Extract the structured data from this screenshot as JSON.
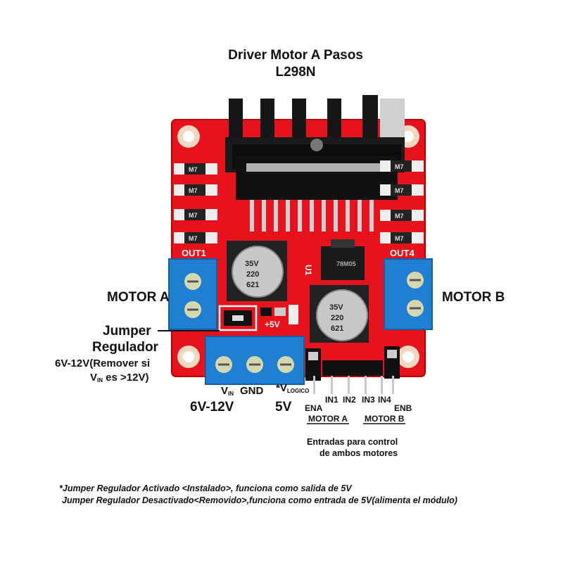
{
  "title": {
    "line1": "Driver Motor A Pasos",
    "line2": "L298N"
  },
  "board": {
    "out1": "OUT1",
    "out4": "OUT4",
    "u1": "U1",
    "chip_marking": "78M05",
    "cap_text1": "35V",
    "cap_text2": "220",
    "cap_text3": "621",
    "diode_marking": "M7",
    "plus5v": "+5V"
  },
  "labels": {
    "motor_a": "MOTOR A",
    "motor_b": "MOTOR B",
    "jumper_line1": "Jumper",
    "jumper_line2": "Regulador",
    "jumper_range_line1": "6V-12V(Remover si",
    "jumper_range_v": "V",
    "jumper_range_sub": "IN",
    "jumper_range_line2": " es >12V)",
    "vin_v": "V",
    "vin_sub": "IN",
    "gnd": "GND",
    "vlogico_prefix": "*V",
    "vlogico_sub": "LOGICO",
    "v_range": "6V-12V",
    "v5": "5V",
    "ena": "ENA",
    "in1": "IN1",
    "in2": "IN2",
    "in3": "IN3",
    "in4": "IN4",
    "enb": "ENB",
    "motor_a_group": "MOTOR A",
    "motor_b_group": "MOTOR B",
    "inputs_line1": "Entradas para control",
    "inputs_line2": "de ambos motores"
  },
  "notes": {
    "line1": "*Jumper Regulador Activado <Instalado>, funciona como salida de 5V",
    "line2": "Jumper Regulador Desactivado<Removido>,funciona como entrada de 5V(alimenta el módulo)"
  }
}
